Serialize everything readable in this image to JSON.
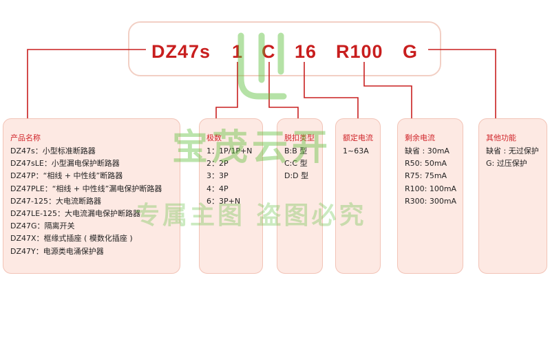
{
  "code": {
    "parts": [
      "DZ47s",
      "1",
      "C",
      "16",
      "R100",
      "G"
    ]
  },
  "boxes": [
    {
      "title": "产品名称",
      "lines": [
        "DZ47s：小型标准断路器",
        "DZ47sLE：小型漏电保护断路器",
        "DZ47P：“相线 + 中性线”断路器",
        "DZ47PLE：“相线 + 中性线”漏电保护断路器",
        "DZ47-125：大电流断路器",
        "DZ47LE-125：大电流漏电保护断路器",
        "DZ47G：隔离开关",
        "DZ47X：框缘式插座 ( 模数化插座 )",
        "DZ47Y：电源类电涌保护器"
      ]
    },
    {
      "title": "极数",
      "lines": [
        "1：1P/1P+N",
        "2：2P",
        "3：3P",
        "4：4P",
        "6：3P+N"
      ]
    },
    {
      "title": "脱扣类型",
      "lines": [
        "B:B 型",
        "C:C 型",
        "D:D 型"
      ]
    },
    {
      "title": "额定电流",
      "lines": [
        "1~63A"
      ]
    },
    {
      "title": "剩余电流",
      "lines": [
        "缺省 : 30mA",
        "R50: 50mA",
        "R75: 75mA",
        "R100: 100mA",
        "R300: 300mA"
      ]
    },
    {
      "title": "其他功能",
      "lines": [
        "缺省 : 无过保护",
        "G: 过压保护"
      ]
    }
  ],
  "watermark": {
    "brand": "宝茂云开",
    "notice": "专属主图     盗图必究"
  },
  "colors": {
    "code_text": "#c81e1e",
    "wire": "#c81e1e",
    "box_fill": "#fde9e3",
    "box_border": "#f2c3b6",
    "title_text": "#d0262b",
    "watermark_green": "#5cbf3a"
  }
}
